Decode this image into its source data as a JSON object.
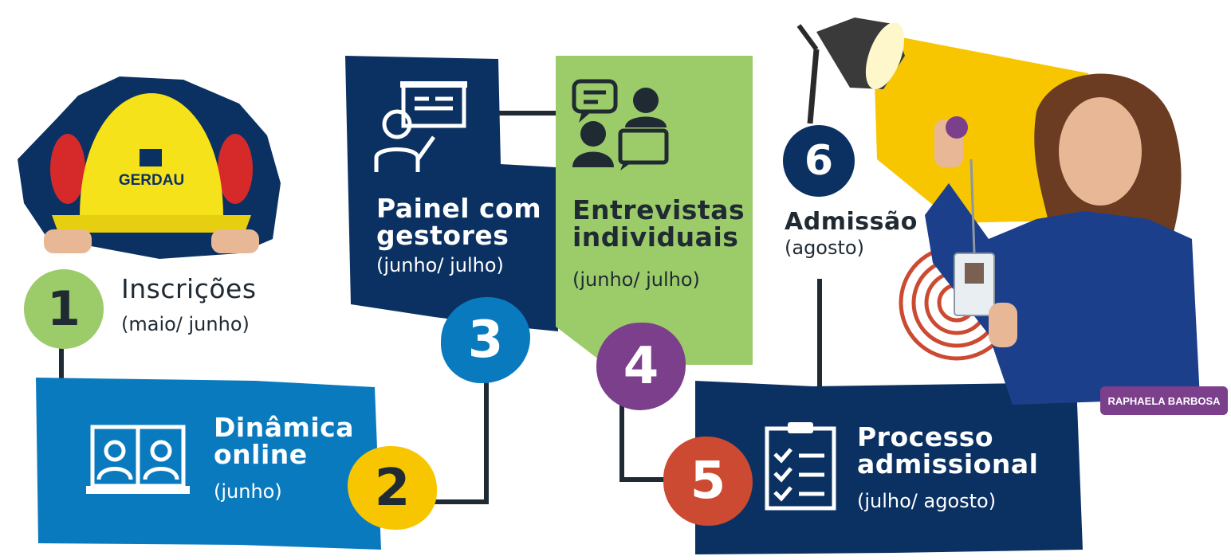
{
  "colors": {
    "navy": "#0b3162",
    "blue": "#0a7abf",
    "green": "#9ccb6a",
    "yellow": "#f7c600",
    "purple": "#7b3f8c",
    "red": "#cc4a32",
    "dark": "#1f2a33"
  },
  "helmet": {
    "brand": "GERDAU"
  },
  "steps": [
    {
      "number": "1",
      "title_lines": [
        "Inscrições"
      ],
      "period": "(maio/ junho)"
    },
    {
      "number": "2",
      "title_lines": [
        "Dinâmica",
        "online"
      ],
      "period": "(junho)"
    },
    {
      "number": "3",
      "title_lines": [
        "Painel com",
        "gestores"
      ],
      "period": "(junho/ julho)"
    },
    {
      "number": "4",
      "title_lines": [
        "Entrevistas",
        "individuais"
      ],
      "period": "(junho/ julho)"
    },
    {
      "number": "5",
      "title_lines": [
        "Processo",
        "admissional"
      ],
      "period": "(julho/ agosto)"
    },
    {
      "number": "6",
      "title_lines": [
        "Admissão"
      ],
      "period": "(agosto)"
    }
  ],
  "icons": {
    "step2": "video-call-icon",
    "step3": "presentation-icon",
    "step4": "interview-chat-icon",
    "step5": "checklist-icon"
  },
  "photo": {
    "credit": "RAPHAELA BARBOSA"
  }
}
